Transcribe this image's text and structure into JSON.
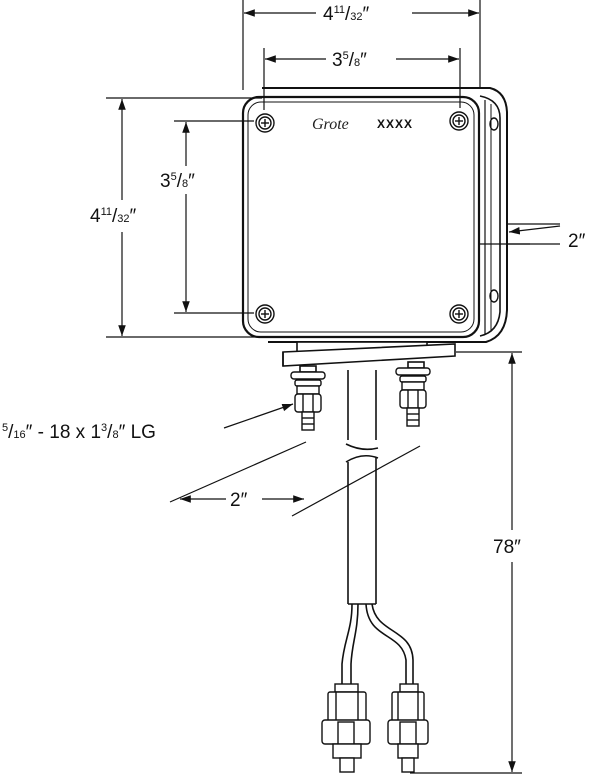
{
  "drawing": {
    "brand_logo": "Grote",
    "model_text": "XXXX",
    "dims": {
      "overall_width": {
        "whole": "4",
        "num": "11",
        "den": "32",
        "unit": "″"
      },
      "lens_width": {
        "whole": "3",
        "num": "5",
        "den": "8",
        "unit": "″"
      },
      "overall_height": {
        "whole": "4",
        "num": "11",
        "den": "32",
        "unit": "″"
      },
      "lens_height": {
        "whole": "3",
        "num": "5",
        "den": "8",
        "unit": "″"
      },
      "depth": "2″",
      "stud_spacing": "2″",
      "cable_length": "78″",
      "stud_spec": {
        "num": "5",
        "den": "16",
        "rest_a": "″ - 18 x 1",
        "num2": "3",
        "den2": "8",
        "rest_b": "″ LG"
      }
    }
  }
}
